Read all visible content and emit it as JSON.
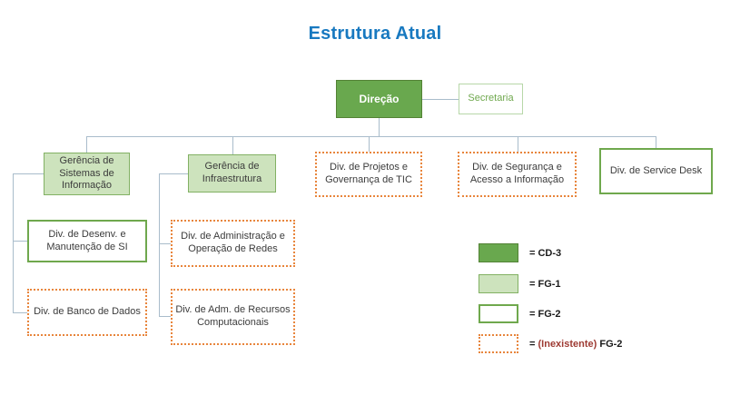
{
  "title": "Estrutura Atual",
  "nodes": {
    "direcao": "Direção",
    "secretaria": "Secretaria",
    "gerencia_si": "Gerência de Sistemas de Informação",
    "gerencia_infra": "Gerência de Infraestrutura",
    "div_projetos": "Div. de Projetos e Governança de TIC",
    "div_seguranca": "Div. de Segurança e Acesso a Informação",
    "div_service_desk": "Div. de Service Desk",
    "div_desenv": "Div. de Desenv. e Manutenção de SI",
    "div_banco": "Div. de Banco de Dados",
    "div_adm_redes": "Div. de Administração e Operação de Redes",
    "div_adm_recursos": "Div. de Adm. de Recursos Computacionais"
  },
  "legend": {
    "cd3": "=  CD-3",
    "fg1": "=  FG-1",
    "fg2": "=  FG-2",
    "inexistente_eq": "=",
    "inexistente_red": "(Inexistente)",
    "inexistente_rest": "FG-2"
  },
  "colors": {
    "title_color": "#1879C0",
    "connector_color": "#A9BCCB",
    "green_fill": "#69A84E",
    "green_border": "#538235",
    "light_green_fill": "#CDE3BD",
    "light_green_border": "#82B163",
    "green_border2": "#6FA84D",
    "orange": "#E8853C",
    "secretaria_border": "#B7D7A8",
    "secretaria_text": "#6FA84D",
    "dark_red": "#9E3B33"
  }
}
